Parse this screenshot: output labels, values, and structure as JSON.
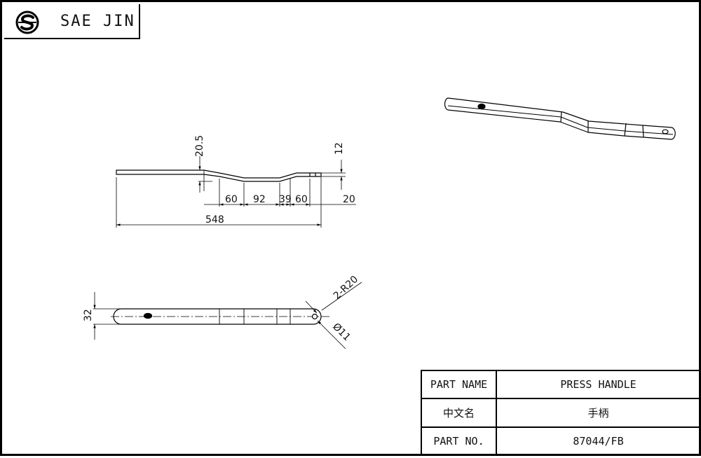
{
  "header": {
    "company": "SAE JIN",
    "logo_icon": "sae-jin-logo-icon"
  },
  "dimensions": {
    "overall_length": "548",
    "seg_a": "60",
    "seg_b": "92",
    "seg_c": "39",
    "seg_d": "60",
    "offset_height": "20.5",
    "thickness": "12",
    "end_length": "20",
    "width": "32",
    "end_radius": "2-R20",
    "hole_diameter": "Ø11"
  },
  "title_block": {
    "rows": [
      {
        "label": "PART NAME",
        "value": "PRESS HANDLE"
      },
      {
        "label": "中文名",
        "value": "手柄"
      },
      {
        "label": "PART NO.",
        "value": "87044/FB"
      }
    ]
  }
}
